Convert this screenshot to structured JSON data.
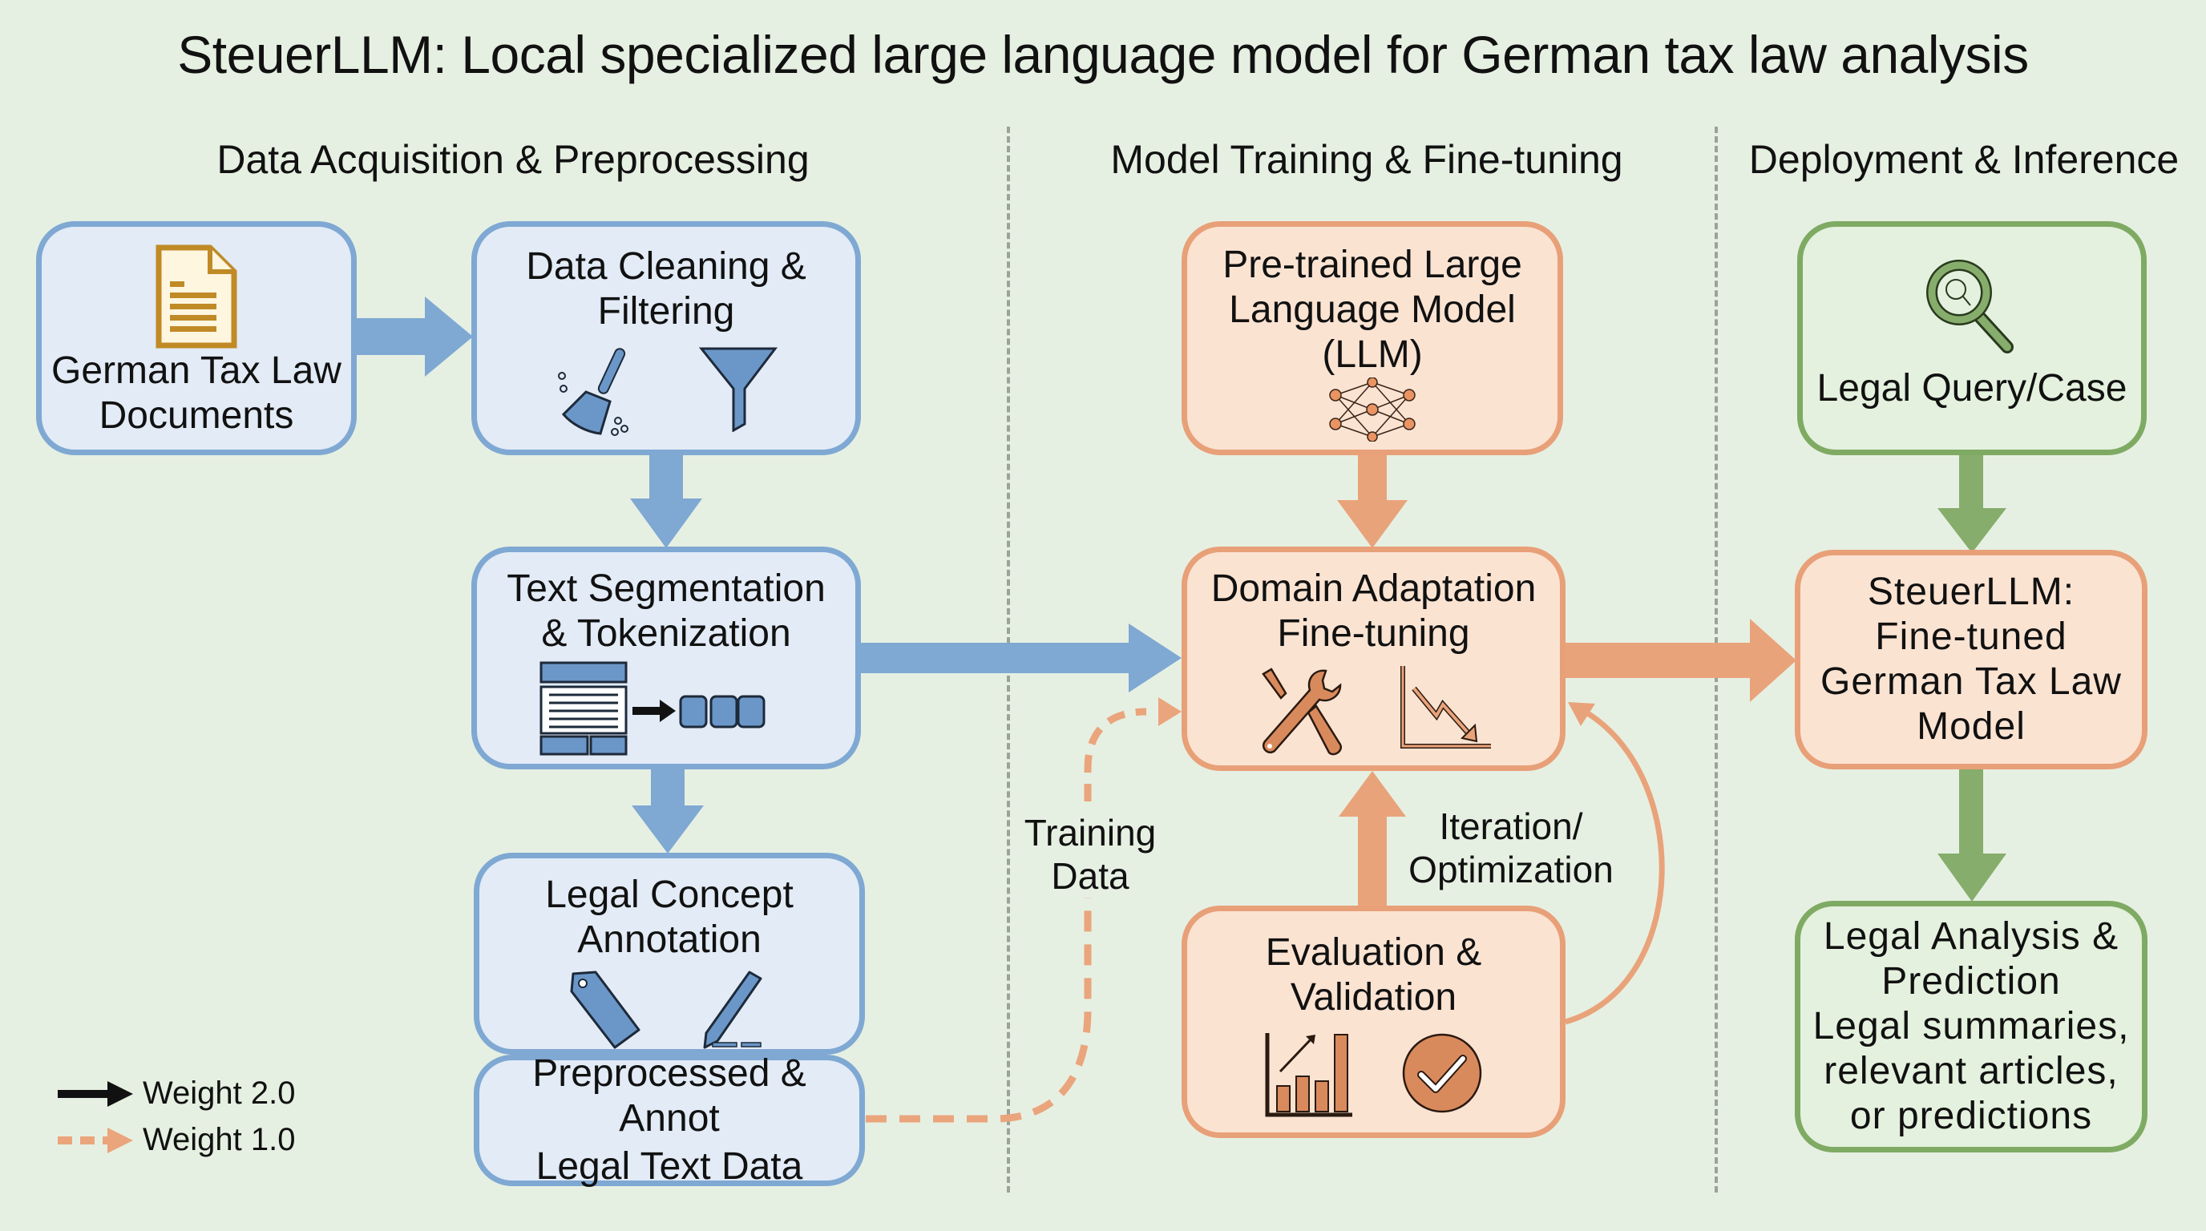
{
  "title": "SteuerLLM: Local specialized large language model for German tax law analysis",
  "sections": [
    {
      "label": "Data Acquisition & Preprocessing"
    },
    {
      "label": "Model Training & Fine-tuning"
    },
    {
      "label": "Deployment & Inference"
    }
  ],
  "nodes": {
    "docs": {
      "lines": [
        "German Tax Law",
        "Documents"
      ],
      "icon": "document-icon"
    },
    "cleaning": {
      "lines": [
        "Data Cleaning &",
        "Filtering"
      ],
      "icons": [
        "broom-icon",
        "funnel-icon"
      ]
    },
    "segmentation": {
      "lines": [
        "Text Segmentation",
        "& Tokenization"
      ],
      "icon": "tokenization-icon"
    },
    "annotation": {
      "lines": [
        "Legal Concept",
        "Annotation"
      ],
      "icons": [
        "tag-icon",
        "pen-icon"
      ]
    },
    "preprocessed": {
      "lines": [
        "Preprocessed & Annot",
        "Legal Text Data"
      ]
    },
    "pretrained": {
      "lines": [
        "Pre-trained Large",
        "Language Model",
        "(LLM)"
      ],
      "icon": "neural-network-icon"
    },
    "domain": {
      "lines": [
        "Domain Adaptation",
        "Fine-tuning"
      ],
      "icons": [
        "tools-icon",
        "loss-chart-icon"
      ]
    },
    "evaluation": {
      "lines": [
        "Evaluation &",
        "Validation"
      ],
      "icons": [
        "bar-chart-icon",
        "check-circle-icon"
      ]
    },
    "query": {
      "lines": [
        "Legal Query/Case"
      ],
      "icon": "magnifier-icon"
    },
    "steuerllm": {
      "lines": [
        "SteuerLLM:",
        "Fine-tuned",
        "German Tax Law",
        "Model"
      ]
    },
    "analysis": {
      "lines": [
        "Legal Analysis &",
        "Prediction",
        "Legal summaries,",
        "relevant articles,",
        "or predictions"
      ]
    }
  },
  "edge_labels": {
    "training_data": [
      "Training",
      "Data"
    ],
    "iteration": [
      "Iteration/",
      "Optimization"
    ]
  },
  "legend": [
    {
      "label": "Weight 2.0",
      "style": "solid",
      "color": "#111111"
    },
    {
      "label": "Weight 1.0",
      "style": "dashed",
      "color": "#eaa57c"
    }
  ],
  "colors": {
    "background": "#e6f0e2",
    "blue_stroke": "#7fa8d3",
    "blue_fill": "#e2ebf6",
    "orange_stroke": "#e8a078",
    "orange_fill": "#fbe3d2",
    "green_stroke": "#7faa63",
    "green_fill": "#e4f1de",
    "doc_gold": "#c08a26"
  }
}
